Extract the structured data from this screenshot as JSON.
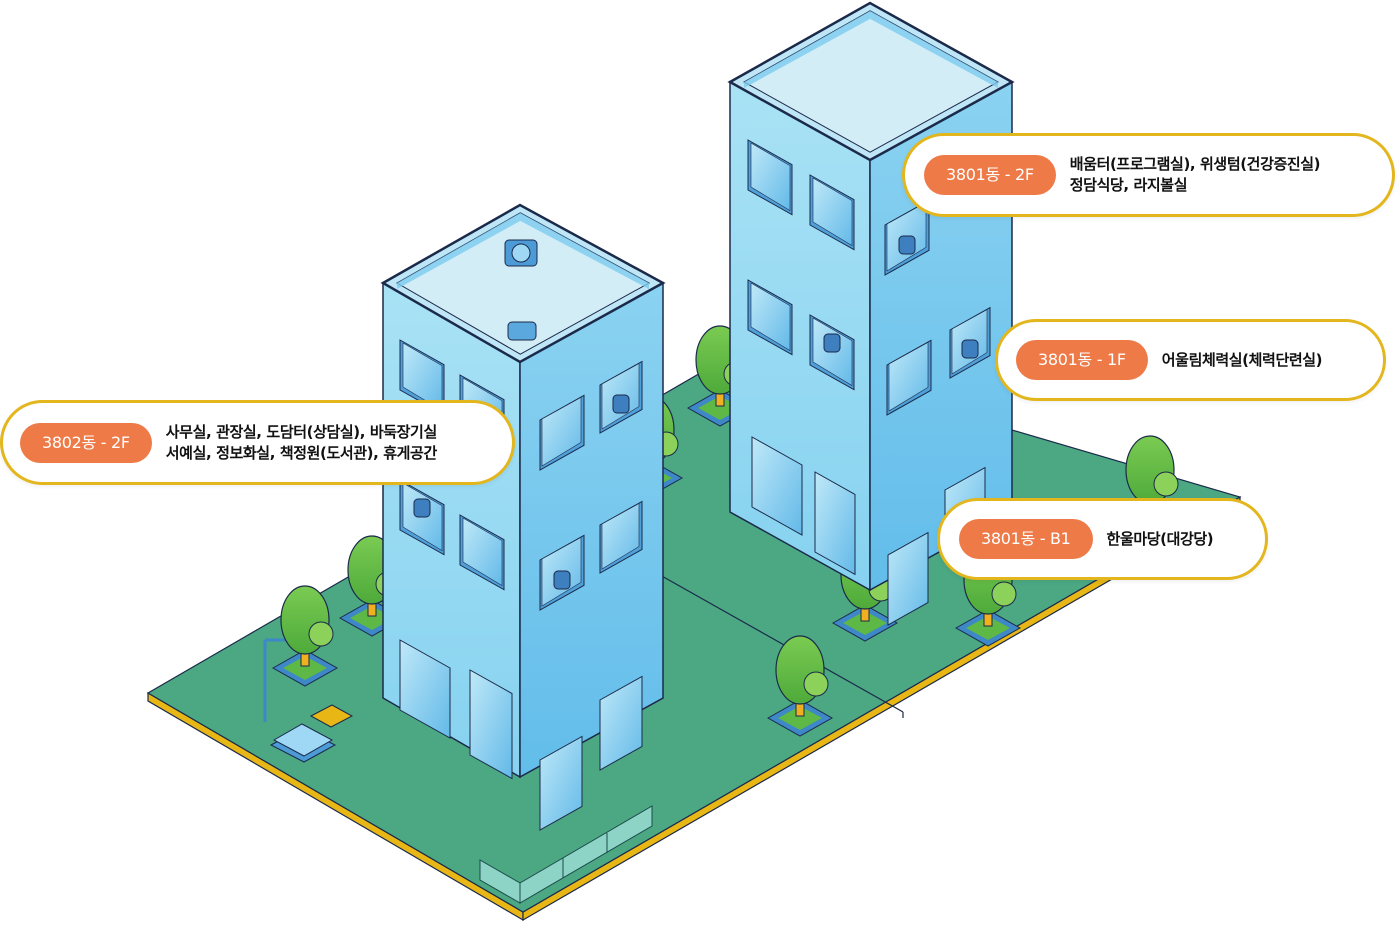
{
  "title": "Building floor guide illustration",
  "colors": {
    "badge": "#EE7A48",
    "callout_border": "#E3B61E",
    "ground": "#4BA883",
    "ground_edge": "#E8B716",
    "building_left_face": "#8ED8F2",
    "building_right_face": "#6CC4EC",
    "roof": "#CFEAF5",
    "outline": "#1B2A4A",
    "tree": "#5DB845",
    "trunk": "#F0B020"
  },
  "callouts": [
    {
      "id": "3801-2f",
      "badge": "3801동 - 2F",
      "lines": [
        "배움터(프로그램실), 위생텀(건강증진실)",
        "정담식당, 라지볼실"
      ]
    },
    {
      "id": "3801-1f",
      "badge": "3801동 - 1F",
      "lines": [
        "어울림체력실(체력단련실)"
      ]
    },
    {
      "id": "3802-2f",
      "badge": "3802동 - 2F",
      "lines": [
        "사무실, 관장실, 도담터(상담실), 바둑장기실",
        "서예실, 정보화실, 책정원(도서관), 휴게공간"
      ]
    },
    {
      "id": "3801-b1",
      "badge": "3801동 - B1",
      "lines": [
        "한울마당(대강당)"
      ]
    }
  ],
  "buildings": [
    {
      "name": "3802동",
      "floors_visible": 3
    },
    {
      "name": "3801동",
      "floors_visible": 3
    }
  ]
}
